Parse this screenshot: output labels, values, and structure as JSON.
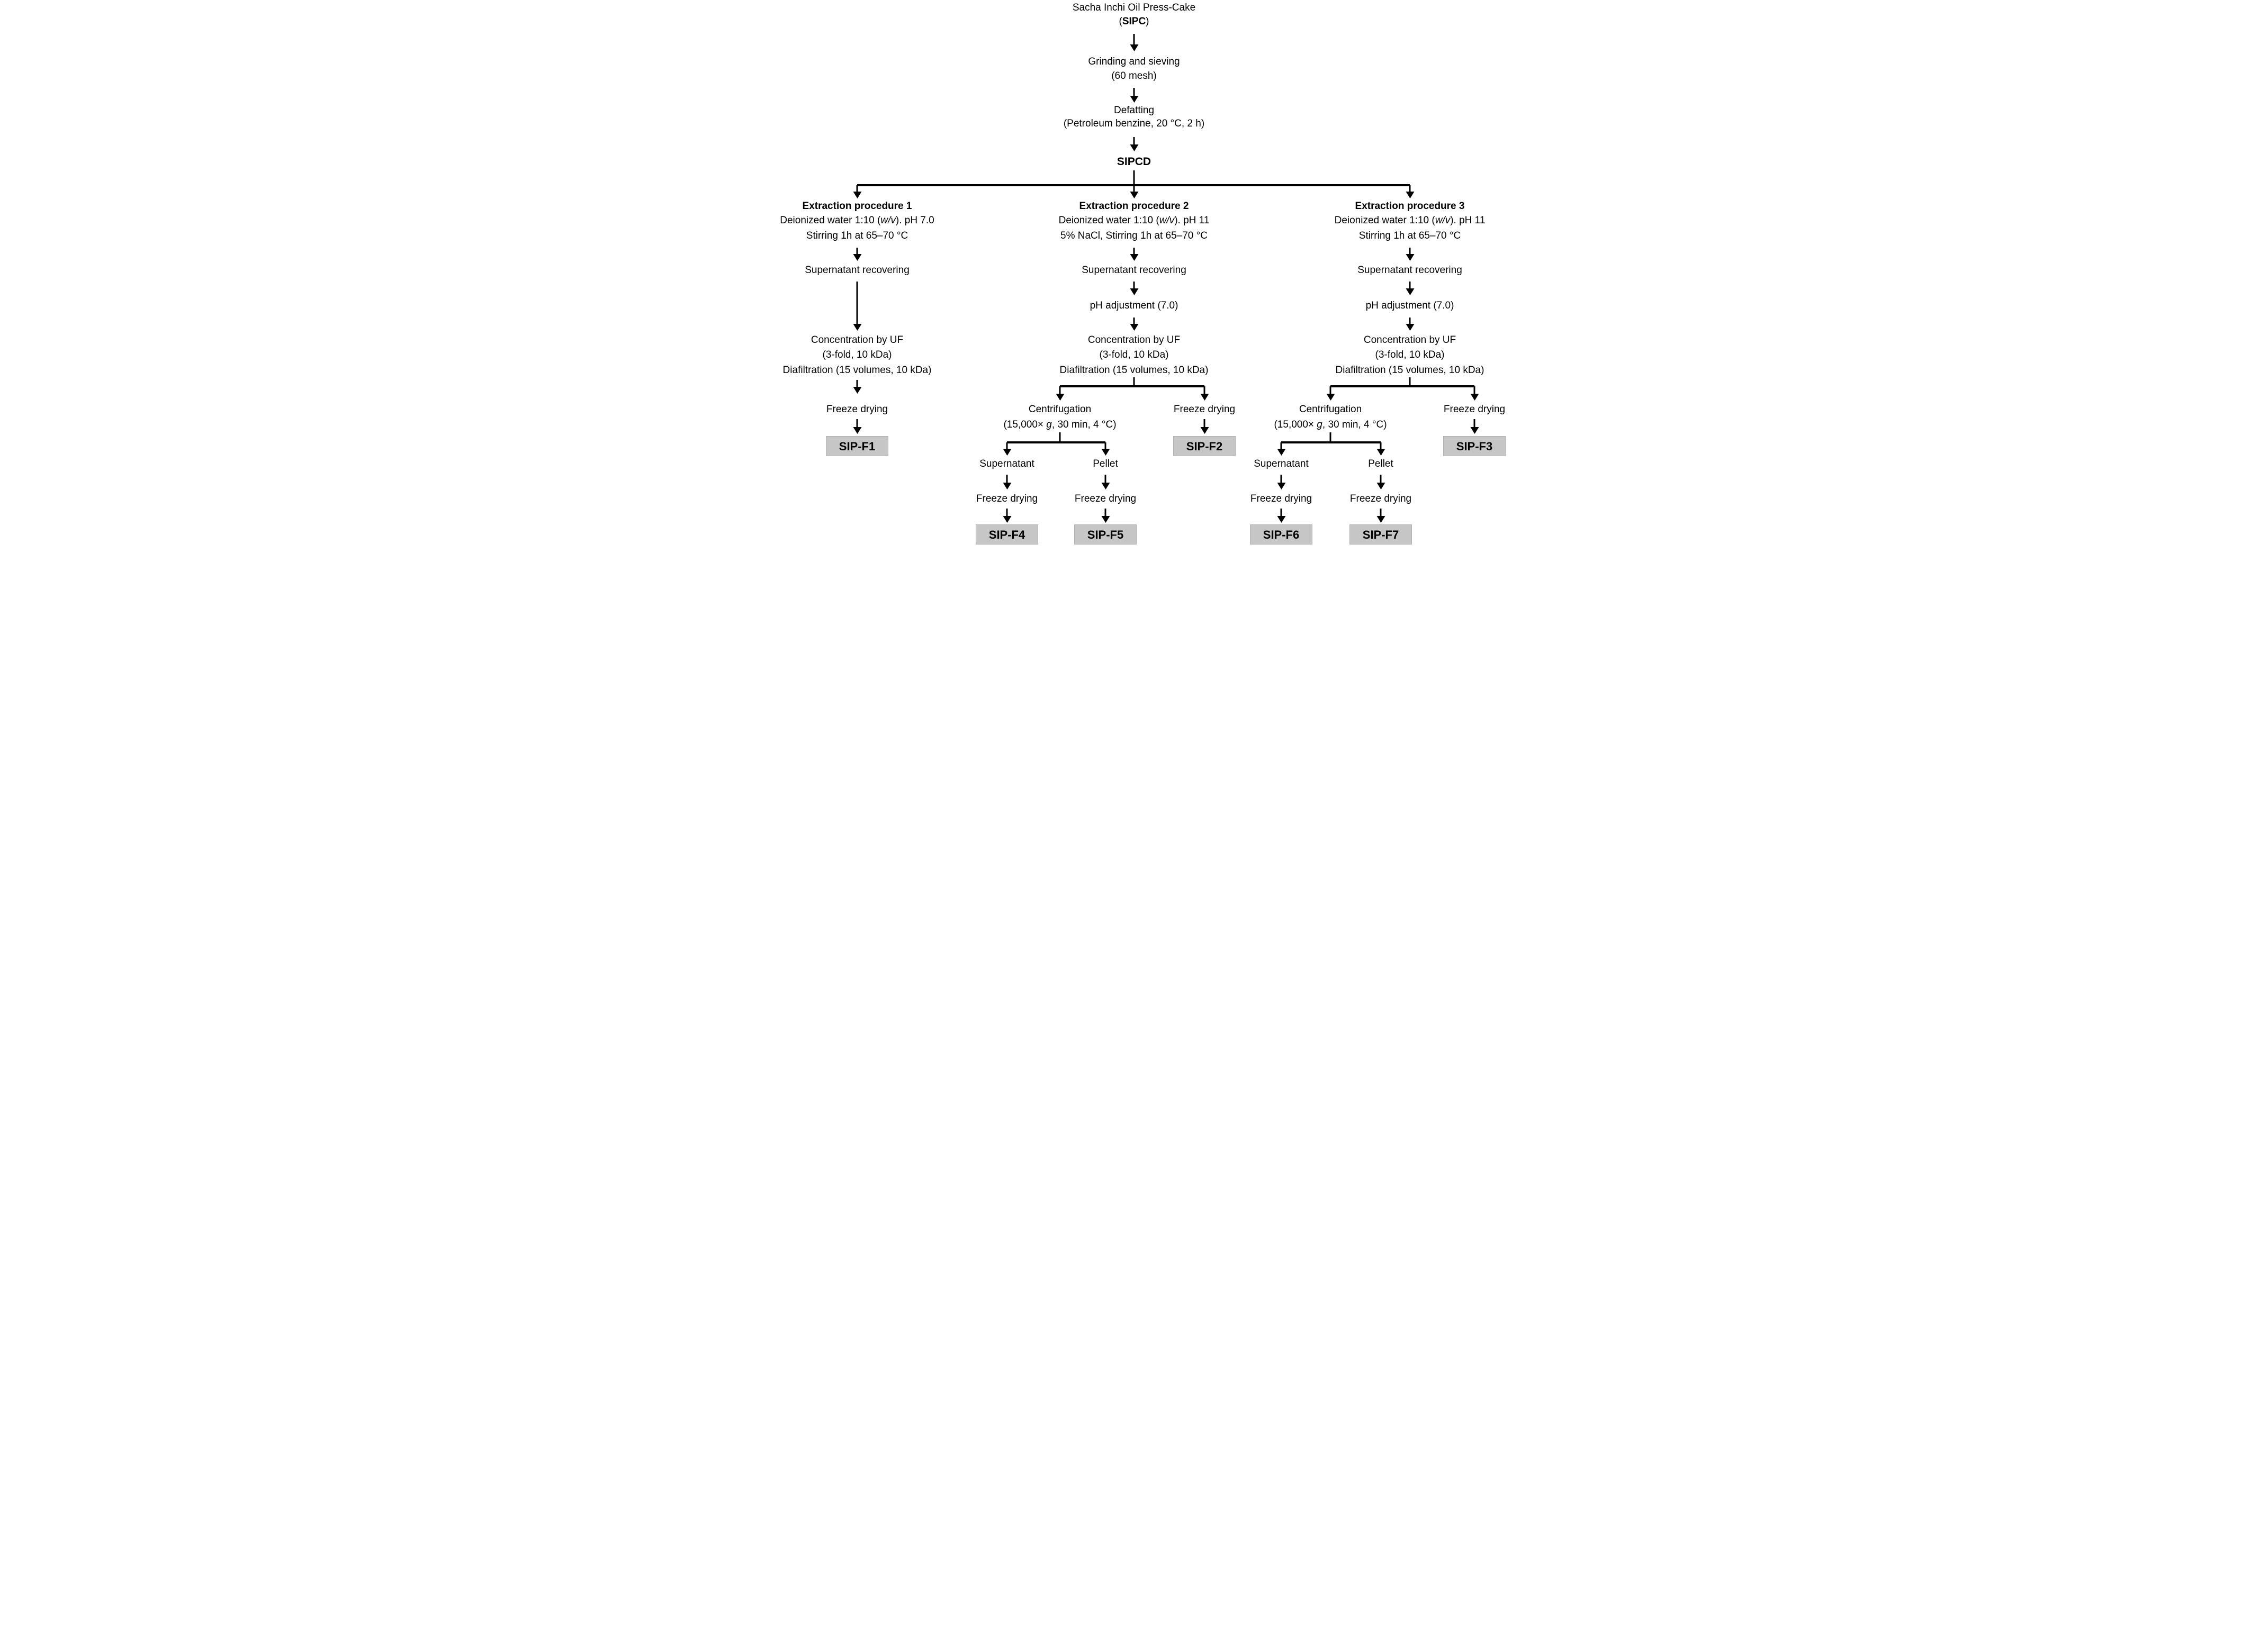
{
  "diagram": {
    "colors": {
      "background": "#ffffff",
      "line": "#000000",
      "box_fill": "#c6c6c6",
      "box_border": "#b2b2b2"
    },
    "top": {
      "source_line1": "Sacha Inchi Oil Press-Cake",
      "source_line2": [
        {
          "t": "("
        },
        {
          "t": "SIPC",
          "st": "b"
        },
        {
          "t": ")"
        }
      ],
      "step1_line1": "Grinding and sieving",
      "step1_line2": "(60 mesh)",
      "step2_line1": "Defatting",
      "step2_line2": "(Petroleum benzine, 20 °C, 2 h)",
      "intermediate": "SIPCD"
    },
    "procedures": [
      {
        "title": "Extraction procedure 1",
        "line2": [
          {
            "t": "Deionized water 1:10 ("
          },
          {
            "t": "w/v",
            "st": "i"
          },
          {
            "t": "). pH 7.0"
          }
        ],
        "line3": "Stirring 1h at 65–70 °C"
      },
      {
        "title": "Extraction procedure 2",
        "line2": [
          {
            "t": "Deionized water 1:10 ("
          },
          {
            "t": "w/v",
            "st": "i"
          },
          {
            "t": "). pH 11"
          }
        ],
        "line3": "5% NaCl, Stirring 1h at 65–70 °C"
      },
      {
        "title": "Extraction procedure 3",
        "line2": [
          {
            "t": "Deionized water 1:10 ("
          },
          {
            "t": "w/v",
            "st": "i"
          },
          {
            "t": "). pH 11"
          }
        ],
        "line3": "Stirring 1h at 65–70 °C"
      }
    ],
    "shared": {
      "supernatant_recovering": "Supernatant recovering",
      "ph_adjustment": "pH adjustment (7.0)",
      "uf_line1": "Concentration by UF",
      "uf_line2": "(3-fold, 10 kDa)",
      "uf_line3": "Diafiltration (15 volumes, 10 kDa)",
      "freeze_drying": "Freeze drying",
      "centrifugation": "Centrifugation",
      "centrifugation_params": [
        {
          "t": "(15,000× "
        },
        {
          "t": "g",
          "st": "i"
        },
        {
          "t": ", 30 min, 4 °C)"
        }
      ],
      "supernatant": "Supernatant",
      "pellet": "Pellet"
    },
    "products": {
      "f1": "SIP-F1",
      "f2": "SIP-F2",
      "f3": "SIP-F3",
      "f4": "SIP-F4",
      "f5": "SIP-F5",
      "f6": "SIP-F6",
      "f7": "SIP-F7"
    }
  }
}
